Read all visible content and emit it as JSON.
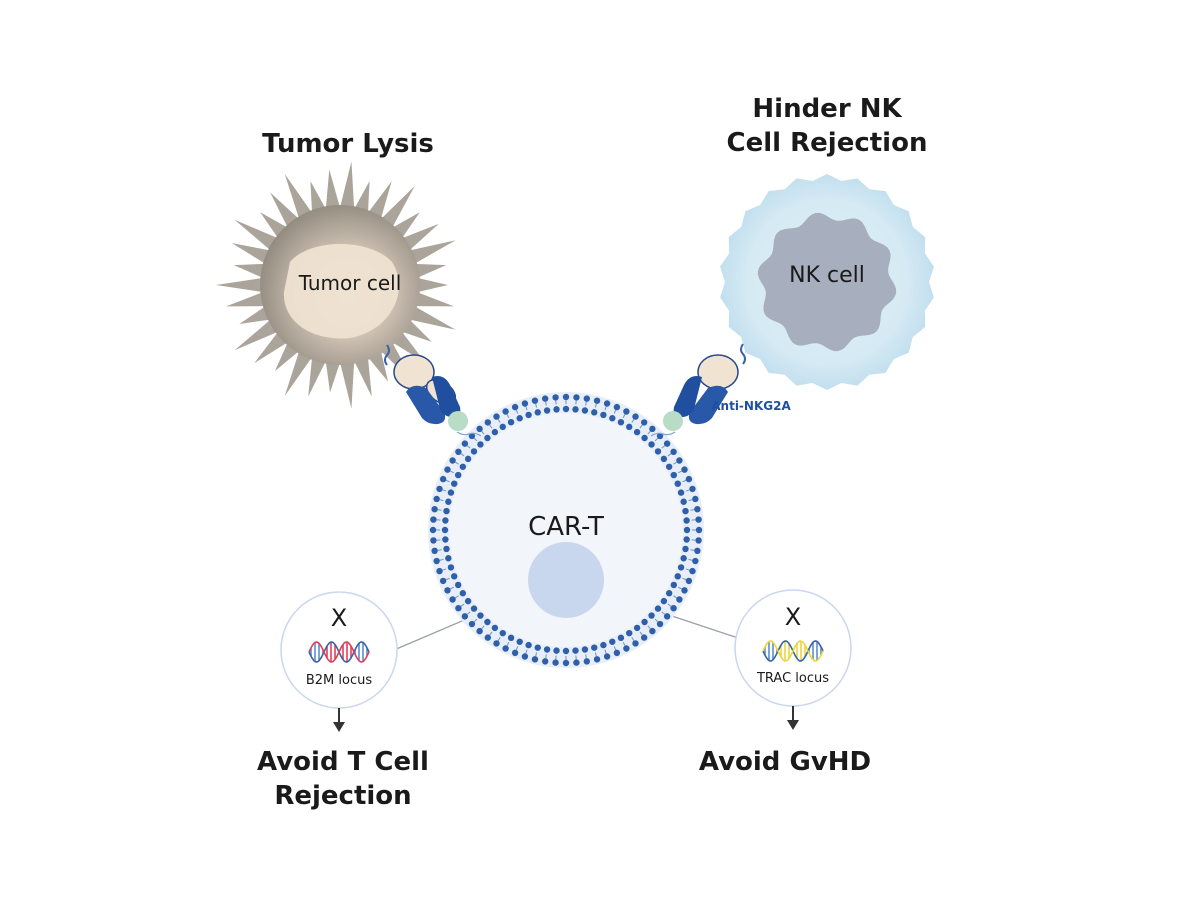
{
  "headings": {
    "tumor_lysis": "Tumor Lysis",
    "hinder_nk_line1": "Hinder NK",
    "hinder_nk_line2": "Cell Rejection",
    "avoid_t_line1": "Avoid T Cell",
    "avoid_t_line2": "Rejection",
    "avoid_gvhd": "Avoid GvHD"
  },
  "cells": {
    "tumor": "Tumor cell",
    "nk": "NK cell",
    "car_t": "CAR-T"
  },
  "labels": {
    "anti_nkg2a": "Anti-NKG2A",
    "b2m_locus": "B2M locus",
    "trac_locus": "TRAC locus",
    "knockout_mark": "X"
  },
  "colors": {
    "membrane_blue": "#2e5fa8",
    "nucleus_blue": "#c9d7ee",
    "nk_glow": "#cfe6f2",
    "nk_core": "#a9b0bf",
    "tumor_outer": "#8f877d",
    "tumor_inner": "#ede2d2",
    "dna_red": "#e2405a",
    "dna_yellow": "#ecd63a",
    "dna_blue": "#5b8fce"
  }
}
